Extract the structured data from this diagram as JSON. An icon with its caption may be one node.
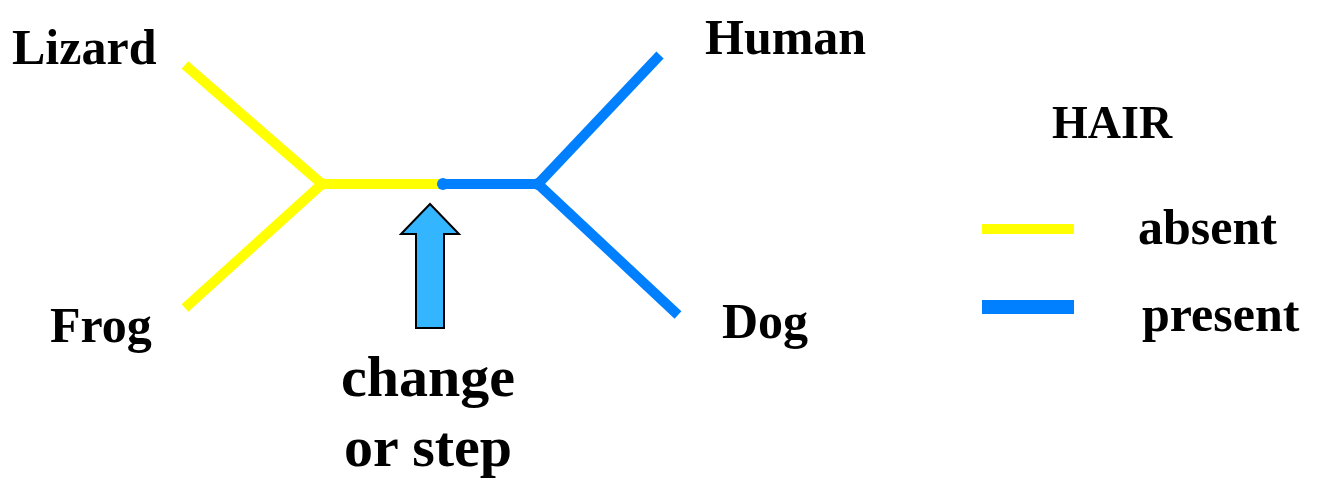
{
  "diagram": {
    "nodes": [
      {
        "text": [
          "Lizard"
        ]
      },
      {
        "text": [
          "Frog"
        ]
      },
      {
        "text": [],
        "shape": "point"
      },
      {
        "text": [],
        "shape": "point"
      },
      {
        "text": [],
        "shape": "point"
      },
      {
        "text": [
          "Human"
        ]
      },
      {
        "text": [
          "Dog"
        ]
      },
      {
        "text": [
          "change or step"
        ]
      }
    ],
    "edges": [
      {
        "from": 0,
        "to": 2,
        "arrow": "none",
        "color": "#ffff00"
      },
      {
        "from": 1,
        "to": 2,
        "arrow": "none",
        "color": "#ffff00"
      },
      {
        "from": 2,
        "to": 3,
        "arrow": "none",
        "color": "#ffff00"
      },
      {
        "from": 3,
        "to": 4,
        "arrow": "none",
        "color": "#0080ff"
      },
      {
        "from": 4,
        "to": 5,
        "arrow": "none",
        "color": "#0080ff"
      },
      {
        "from": 4,
        "to": 6,
        "arrow": "none",
        "color": "#0080ff"
      },
      {
        "from": 7,
        "to": 3,
        "arrow": "to",
        "style": "thick",
        "color": "#33b5ff"
      }
    ],
    "labels": [
      "HAIR"
    ],
    "legend": [
      {
        "text": "absent",
        "color": "#ffff00"
      },
      {
        "text": "present",
        "color": "#0080ff"
      }
    ]
  }
}
